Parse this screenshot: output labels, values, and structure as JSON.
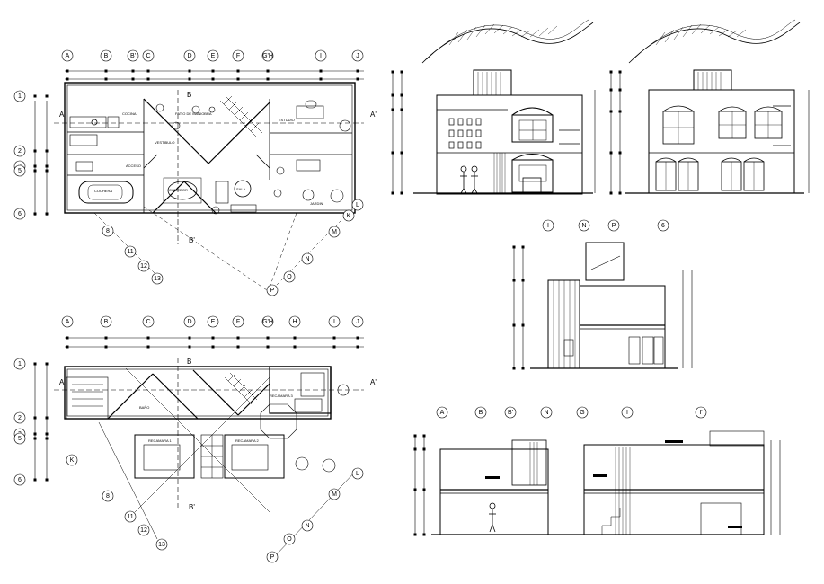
{
  "grid_top": [
    "A",
    "B",
    "B'",
    "C",
    "D",
    "E",
    "F",
    "G'H",
    "I",
    "J"
  ],
  "grid_top_lower": [
    "A",
    "B",
    "C",
    "D",
    "E",
    "F",
    "G'H",
    "H",
    "I",
    "J"
  ],
  "grid_left": [
    "1",
    "2",
    "3",
    "5",
    "6"
  ],
  "grid_diag": [
    "8",
    "11",
    "12",
    "13",
    "M",
    "N",
    "O",
    "P",
    "K",
    "L"
  ],
  "section_marks": {
    "a": "A",
    "a_prime": "A'",
    "b": "B",
    "b_prime": "B'"
  },
  "room_labels": {
    "cocina": "COCINA",
    "patio": "PATIO DE MANIOBRA",
    "estudio": "ESTUDIO",
    "cochera": "COCHERA",
    "comedor": "COMEDOR",
    "sala": "SALA",
    "acceso": "ACCESO",
    "vestibulo": "VESTIBULO",
    "bano": "BAÑO",
    "recamara1": "RECAMARA 1",
    "recamara2": "RECAMARA 2",
    "recamara3": "RECAMARA 3",
    "jardin": "JARDIN"
  },
  "section_grid_right": [
    "I",
    "N",
    "P",
    "6"
  ],
  "section_grid_bottom": [
    "A",
    "B",
    "B'",
    "N",
    "G",
    "I",
    "I'"
  ],
  "colors": {
    "line": "#000000",
    "paper": "#ffffff"
  }
}
